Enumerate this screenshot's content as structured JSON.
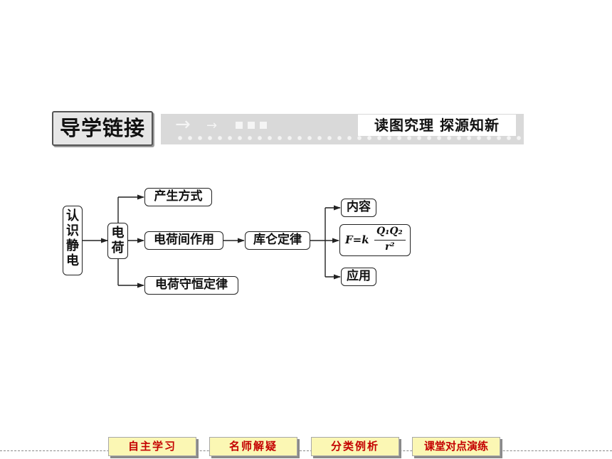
{
  "header": {
    "tag": "导学链接",
    "subtitle": "读图究理  探源知新",
    "arrow_big": "→",
    "arrow_small": "→"
  },
  "diagram": {
    "root": "认识静电",
    "charge": "电荷",
    "branches": [
      "产生方式",
      "电荷间作用",
      "电荷守恒定律"
    ],
    "law": "库仑定律",
    "law_items": {
      "content": "内容",
      "formula_lhs": "F=k",
      "formula_num": "Q₁Q₂",
      "formula_den": "r²",
      "application": "应用"
    }
  },
  "nav": {
    "buttons": [
      "自主学习",
      "名师解疑",
      "分类例析",
      "课堂对点演练"
    ]
  }
}
